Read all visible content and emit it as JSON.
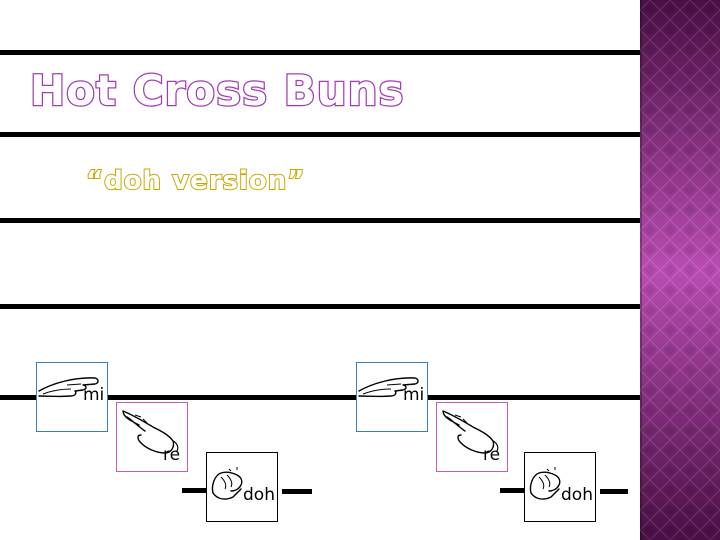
{
  "slide": {
    "title": "Hot Cross Buns",
    "subtitle": "“doh version”"
  },
  "cards": [
    {
      "label": "mi",
      "hand_sign": "flat-hand-horizontal"
    },
    {
      "label": "re",
      "hand_sign": "hand-angled-up"
    },
    {
      "label": "doh",
      "hand_sign": "closed-fist"
    },
    {
      "label": "mi",
      "hand_sign": "flat-hand-horizontal"
    },
    {
      "label": "re",
      "hand_sign": "hand-angled-up"
    },
    {
      "label": "doh",
      "hand_sign": "closed-fist"
    }
  ],
  "colors": {
    "title_outline": "#a23cb6",
    "subtitle_outline": "#c8a800",
    "mi_border": "#3b7fb8",
    "re_border": "#c85ab4",
    "doh_border": "#000000",
    "sidebar_gradient": [
      "#4a0f44",
      "#b84cb2",
      "#4a0f44"
    ]
  }
}
